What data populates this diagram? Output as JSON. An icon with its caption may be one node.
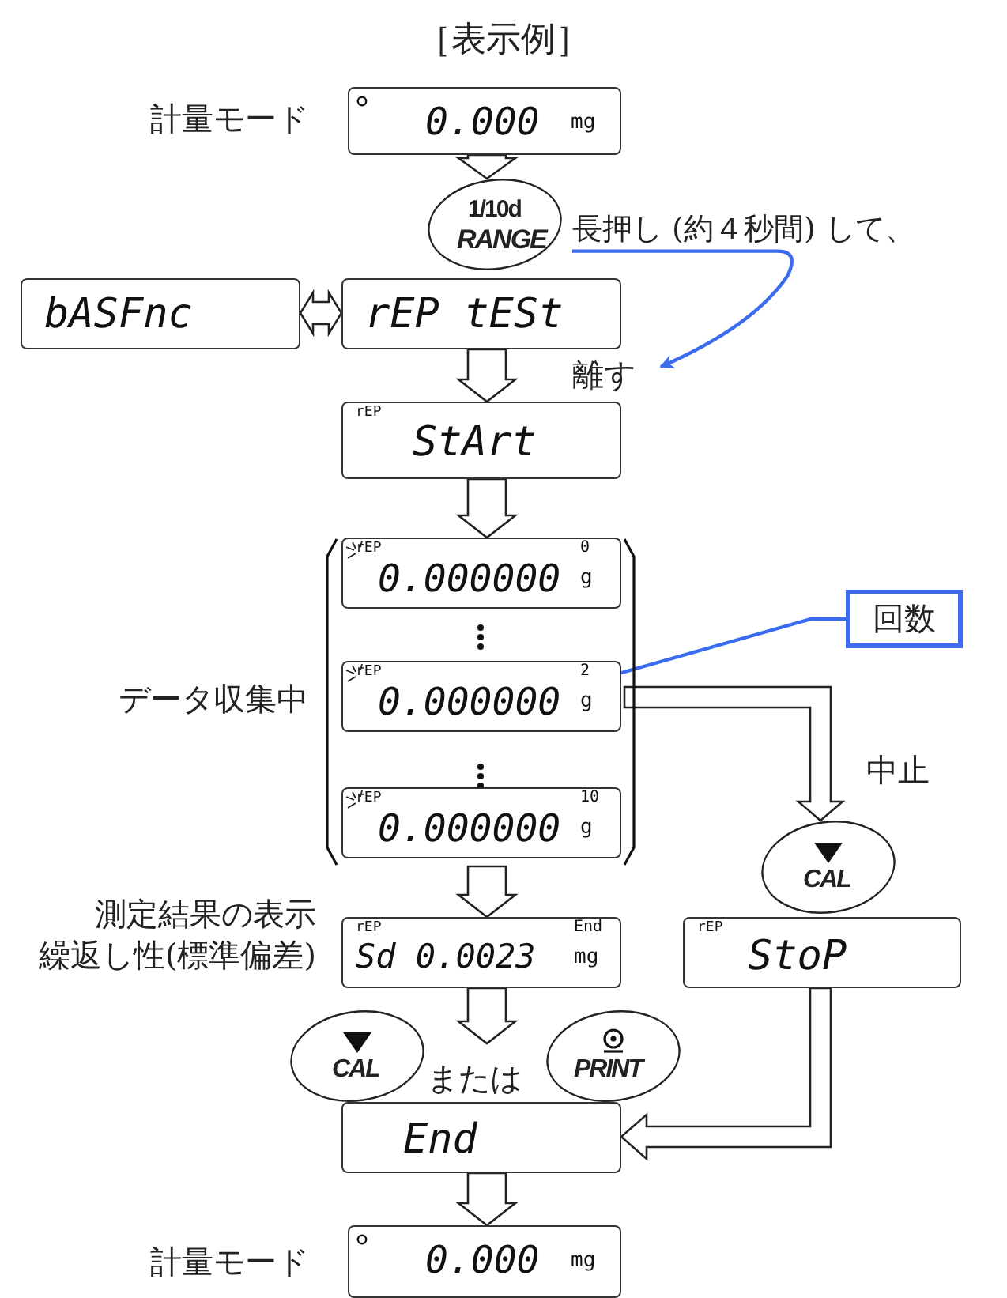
{
  "diagram": {
    "title": "［表示例］",
    "nodes": [
      {
        "text": [
          "0.000",
          "mg"
        ],
        "beside": [
          "計量モード"
        ]
      },
      {
        "text": [
          "1/10d",
          "RANGE"
        ]
      },
      {
        "text": [
          "長押し (約４秒間) して、"
        ]
      },
      {
        "text": [
          "bASFnc"
        ]
      },
      {
        "text": [
          "rEP tESt"
        ]
      },
      {
        "text": [
          "離す"
        ]
      },
      {
        "text": [
          "rEP",
          "StArt"
        ]
      },
      {
        "text": [],
        "shape": "bracket",
        "beside": [
          "データ収集中"
        ]
      },
      {
        "text": [
          "rEP",
          "0.000000",
          "0",
          "g"
        ],
        "in": 7
      },
      {
        "text": [
          "rEP",
          "0.000000",
          "2",
          "g"
        ],
        "in": 7
      },
      {
        "text": [
          "rEP",
          "0.000000",
          "10",
          "g"
        ],
        "in": 7
      },
      {
        "text": [
          "回数"
        ]
      },
      {
        "text": [
          "CAL"
        ]
      },
      {
        "text": [
          "rEP",
          "Sd 0.0023",
          "End",
          "mg"
        ],
        "beside": [
          "測定結果の表示",
          "繰返し性(標準偏差)"
        ]
      },
      {
        "text": [
          "rEP",
          "StoP"
        ]
      },
      {
        "text": [
          "CAL"
        ]
      },
      {
        "text": [
          "PRINT"
        ]
      },
      {
        "text": [
          "End"
        ]
      },
      {
        "text": [
          "0.000",
          "mg"
        ],
        "beside": [
          "計量モード"
        ]
      }
    ],
    "edges": [
      {
        "from": 0,
        "to": 1,
        "arrow": "to"
      },
      {
        "from": 3,
        "to": 4,
        "arrow": "both"
      },
      {
        "from": 4,
        "to": 6,
        "arrow": "to"
      },
      {
        "from": 6,
        "to": 7,
        "arrow": "to"
      },
      {
        "from": 2,
        "to": 5,
        "arrow": "to",
        "color": "#3b6cf0"
      },
      {
        "from": 11,
        "to": 9,
        "arrow": "to",
        "color": "#3b6cf0"
      },
      {
        "from": 9,
        "to": 12,
        "arrow": "to",
        "label": "中止"
      },
      {
        "from": 7,
        "to": 13,
        "arrow": "to"
      },
      {
        "from": 13,
        "to": 17,
        "arrow": "to"
      },
      {
        "from": 14,
        "to": 17,
        "arrow": "to"
      },
      {
        "from": 17,
        "to": 18,
        "arrow": "to"
      }
    ],
    "labels": [
      "または"
    ]
  }
}
